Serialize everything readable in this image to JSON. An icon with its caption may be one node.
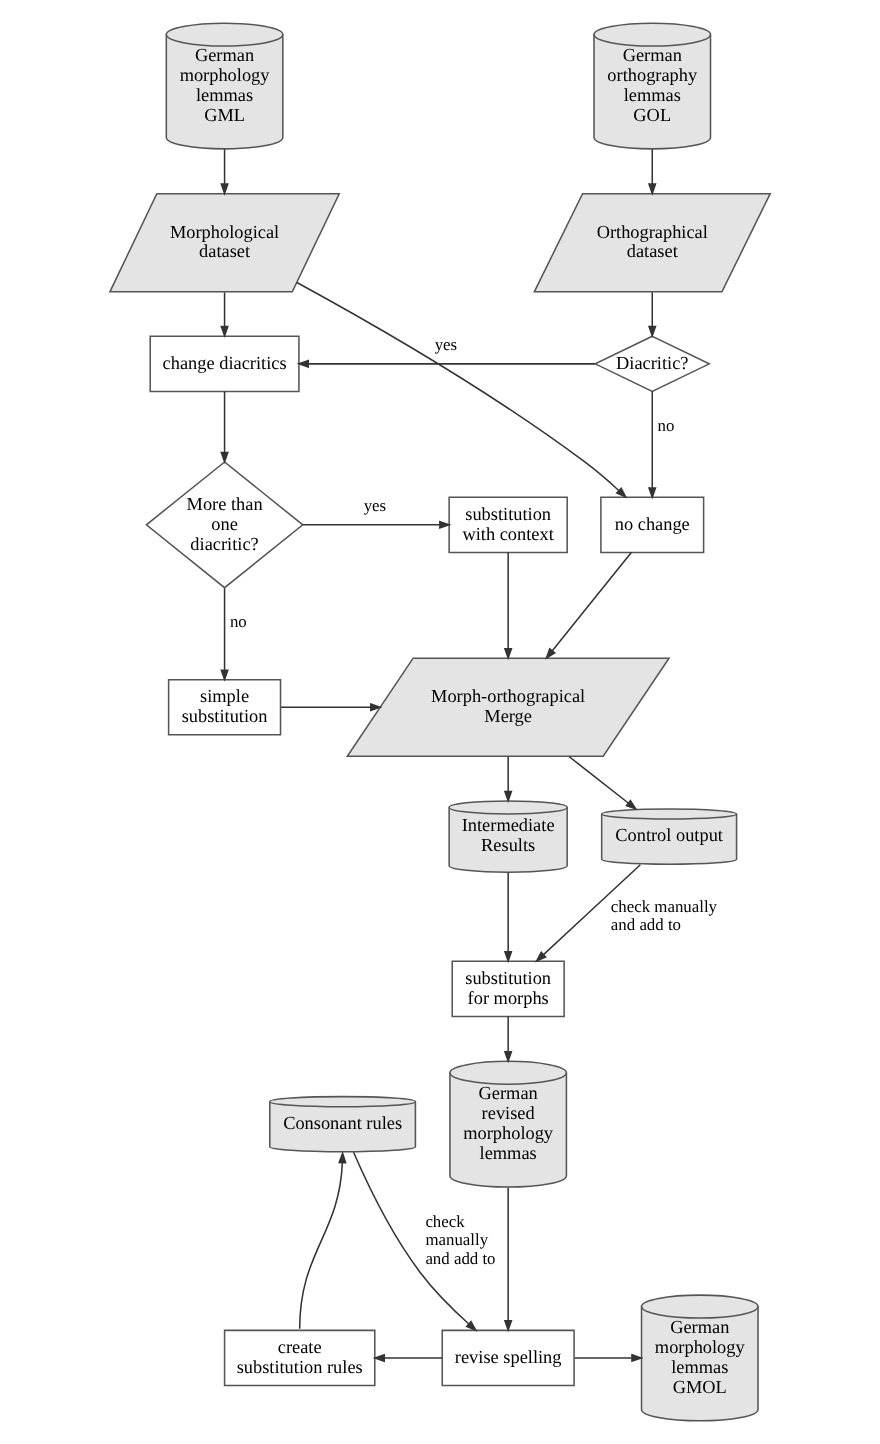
{
  "diagram": {
    "nodes": [
      {
        "text": [
          "German morphology lemmas GML"
        ]
      },
      {
        "text": [
          "German orthography lemmas GOL"
        ]
      },
      {
        "text": [
          "Morphological dataset"
        ]
      },
      {
        "text": [
          "Orthographical dataset"
        ]
      },
      {
        "text": [
          "change diacritics"
        ]
      },
      {
        "text": [
          "Diacritic?"
        ]
      },
      {
        "text": [
          "More than one diacritic?"
        ]
      },
      {
        "text": [
          "substitution with context"
        ]
      },
      {
        "text": [
          "no change"
        ]
      },
      {
        "text": [
          "simple substitution"
        ]
      },
      {
        "text": [
          "Morph-orthograpical Merge"
        ]
      },
      {
        "text": [
          "Intermediate Results"
        ]
      },
      {
        "text": [
          "Control output"
        ]
      },
      {
        "text": [
          "substitution for morphs"
        ]
      },
      {
        "text": [
          "German revised morphology lemmas"
        ]
      },
      {
        "text": [
          "Consonant rules"
        ]
      },
      {
        "text": [
          "create substitution rules"
        ]
      },
      {
        "text": [
          "revise spelling"
        ]
      },
      {
        "text": [
          "German morphology lemmas GMOL"
        ]
      }
    ],
    "edges": [
      {
        "from": 0,
        "to": 2,
        "arrow": "to"
      },
      {
        "from": 1,
        "to": 3,
        "arrow": "to"
      },
      {
        "from": 2,
        "to": 4,
        "arrow": "to"
      },
      {
        "from": 2,
        "to": 8,
        "arrow": "to"
      },
      {
        "from": 3,
        "to": 5,
        "arrow": "to"
      },
      {
        "from": 5,
        "to": 4,
        "arrow": "to",
        "label": "yes"
      },
      {
        "from": 5,
        "to": 8,
        "arrow": "to",
        "label": "no"
      },
      {
        "from": 4,
        "to": 6,
        "arrow": "to"
      },
      {
        "from": 6,
        "to": 7,
        "arrow": "to",
        "label": "yes"
      },
      {
        "from": 6,
        "to": 9,
        "arrow": "to",
        "label": "no"
      },
      {
        "from": 7,
        "to": 10,
        "arrow": "to"
      },
      {
        "from": 9,
        "to": 10,
        "arrow": "to"
      },
      {
        "from": 8,
        "to": 10,
        "arrow": "to"
      },
      {
        "from": 10,
        "to": 11,
        "arrow": "to"
      },
      {
        "from": 10,
        "to": 12,
        "arrow": "to"
      },
      {
        "from": 11,
        "to": 13,
        "arrow": "to"
      },
      {
        "from": 12,
        "to": 13,
        "arrow": "to",
        "label": "check manually and add to"
      },
      {
        "from": 13,
        "to": 14,
        "arrow": "to"
      },
      {
        "from": 16,
        "to": 15,
        "arrow": "to"
      },
      {
        "from": 15,
        "to": 17,
        "arrow": "to",
        "label": "check manually and add to"
      },
      {
        "from": 14,
        "to": 17,
        "arrow": "to"
      },
      {
        "from": 17,
        "to": 16,
        "arrow": "to"
      },
      {
        "from": 17,
        "to": 18,
        "arrow": "to"
      }
    ]
  }
}
